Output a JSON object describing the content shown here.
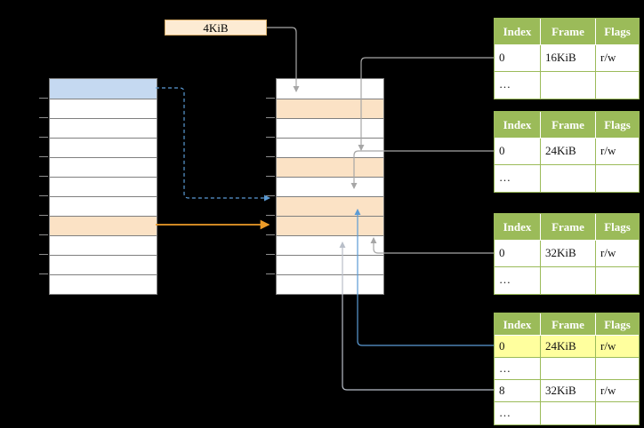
{
  "frame_size_label": "4KiB",
  "colors": {
    "white": "#ffffff",
    "blue": "#c5d9f1",
    "orange": "#fbe2c5",
    "table_header_green": "#9bbb59",
    "table_border_green": "#9bbb59",
    "highlight_yellow": "#ffff9e",
    "arrow_gray": "#a6a6a6",
    "arrow_blue": "#5b9bd5",
    "arrow_light": "#b9bfc9",
    "arrow_orange": "#ed9c28",
    "label_bg": "#fdebd3",
    "label_border": "#d9af6b",
    "memory_border": "#7f7f7f"
  },
  "virtual_memory": {
    "rows": [
      "blue",
      "white",
      "white",
      "white",
      "white",
      "white",
      "white",
      "orange",
      "white",
      "white",
      "white"
    ]
  },
  "physical_memory": {
    "rows": [
      "white",
      "orange",
      "white",
      "white",
      "orange",
      "white",
      "orange",
      "orange",
      "white",
      "white",
      "white"
    ]
  },
  "page_tables_header": [
    "Index",
    "Frame",
    "Flags"
  ],
  "page_tables": [
    {
      "rows": [
        {
          "cells": [
            "0",
            "16KiB",
            "r/w"
          ],
          "highlight": false
        },
        {
          "cells": [
            "…",
            "",
            ""
          ],
          "highlight": false
        }
      ]
    },
    {
      "rows": [
        {
          "cells": [
            "0",
            "24KiB",
            "r/w"
          ],
          "highlight": false
        },
        {
          "cells": [
            "…",
            "",
            ""
          ],
          "highlight": false
        }
      ]
    },
    {
      "rows": [
        {
          "cells": [
            "0",
            "32KiB",
            "r/w"
          ],
          "highlight": false
        },
        {
          "cells": [
            "…",
            "",
            ""
          ],
          "highlight": false
        }
      ]
    },
    {
      "rows": [
        {
          "cells": [
            "0",
            "24KiB",
            "r/w"
          ],
          "highlight": true
        },
        {
          "cells": [
            "…",
            "",
            ""
          ],
          "highlight": false
        },
        {
          "cells": [
            "8",
            "32KiB",
            "r/w"
          ],
          "highlight": false
        },
        {
          "cells": [
            "…",
            "",
            ""
          ],
          "highlight": false
        }
      ]
    }
  ]
}
